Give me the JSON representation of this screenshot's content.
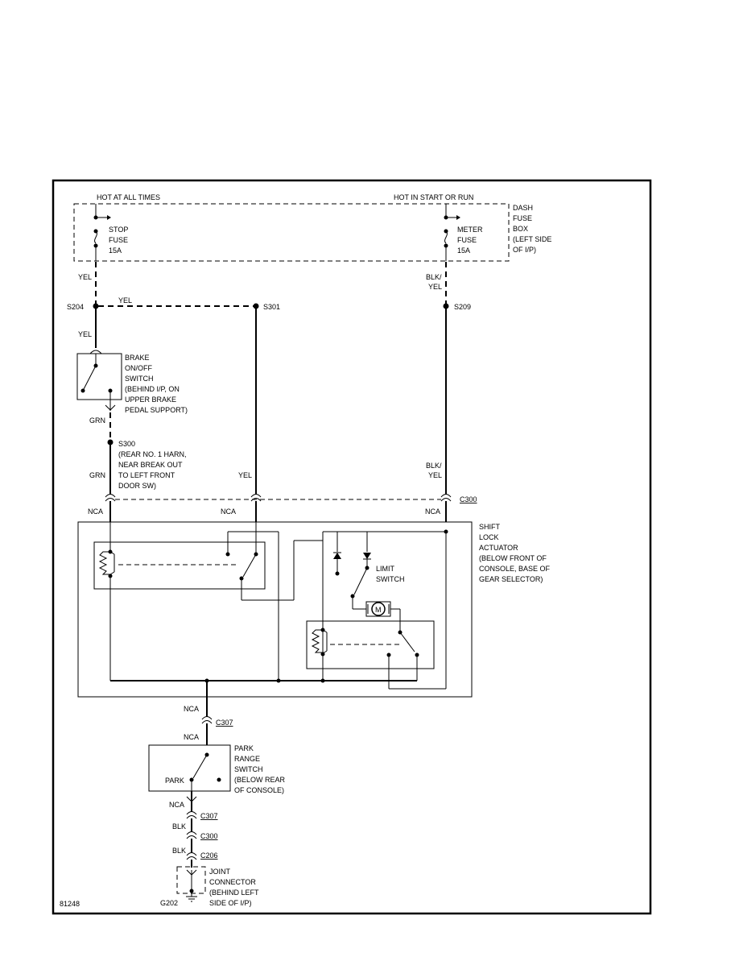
{
  "labels": {
    "hot_at_all_times": "HOT AT ALL TIMES",
    "hot_in_start_or_run": "HOT IN START OR RUN",
    "dash_fuse_box": [
      "DASH",
      "FUSE",
      "BOX",
      "(LEFT SIDE",
      "OF I/P)"
    ],
    "stop_fuse": [
      "STOP",
      "FUSE",
      "15A"
    ],
    "meter_fuse": [
      "METER",
      "FUSE",
      "15A"
    ],
    "brake_switch": [
      "BRAKE",
      "ON/OFF",
      "SWITCH",
      "(BEHIND I/P, ON",
      "UPPER BRAKE",
      "PEDAL SUPPORT)"
    ],
    "s300_desc": [
      "S300",
      "(REAR NO. 1 HARN,",
      "NEAR BREAK OUT",
      "TO LEFT FRONT",
      "DOOR SW)"
    ],
    "shift_lock": [
      "SHIFT",
      "LOCK",
      "ACTUATOR",
      "(BELOW FRONT OF",
      "CONSOLE, BASE OF",
      "GEAR SELECTOR)"
    ],
    "limit_switch": [
      "LIMIT",
      "SWITCH"
    ],
    "motor": "M",
    "park_range": [
      "PARK",
      "RANGE",
      "SWITCH",
      "(BELOW REAR",
      "OF CONSOLE)"
    ],
    "park": "PARK",
    "joint_connector": [
      "JOINT",
      "CONNECTOR",
      "(BEHIND LEFT",
      "SIDE OF I/P)"
    ],
    "figure_id": "81248"
  },
  "wires": {
    "yel": "YEL",
    "blk_yel": [
      "BLK/",
      "YEL"
    ],
    "grn": "GRN",
    "nca": "NCA",
    "blk": "BLK"
  },
  "splices": {
    "s204": "S204",
    "s301": "S301",
    "s209": "S209"
  },
  "connectors": {
    "c300": "C300",
    "c307": "C307",
    "c206": "C206"
  },
  "grounds": {
    "g202": "G202"
  }
}
